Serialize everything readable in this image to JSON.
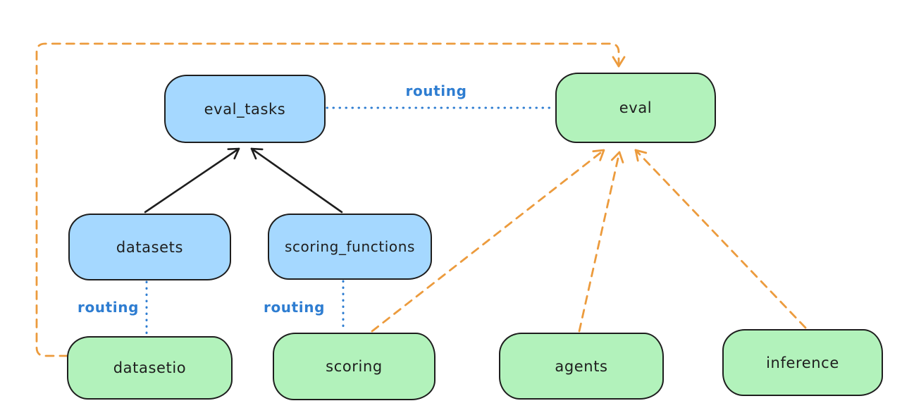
{
  "diagram": {
    "kind": "hand-drawn architecture diagram",
    "nodes": [
      {
        "id": "eval_tasks",
        "label": "eval_tasks",
        "fill": "blue"
      },
      {
        "id": "eval",
        "label": "eval",
        "fill": "green"
      },
      {
        "id": "datasets",
        "label": "datasets",
        "fill": "blue"
      },
      {
        "id": "scoring_functions",
        "label": "scoring_functions",
        "fill": "blue"
      },
      {
        "id": "datasetio",
        "label": "datasetio",
        "fill": "green"
      },
      {
        "id": "scoring",
        "label": "scoring",
        "fill": "green"
      },
      {
        "id": "agents",
        "label": "agents",
        "fill": "green"
      },
      {
        "id": "inference",
        "label": "inference",
        "fill": "green"
      }
    ],
    "edges": [
      {
        "from": "eval_tasks",
        "to": "eval",
        "style": "dotted",
        "color": "blue",
        "arrow": false,
        "label": "routing"
      },
      {
        "from": "datasets",
        "to": "eval_tasks",
        "style": "solid",
        "color": "black",
        "arrow": true
      },
      {
        "from": "scoring_functions",
        "to": "eval_tasks",
        "style": "solid",
        "color": "black",
        "arrow": true
      },
      {
        "from": "datasets",
        "to": "datasetio",
        "style": "dotted",
        "color": "blue",
        "arrow": false,
        "label": "routing"
      },
      {
        "from": "scoring_functions",
        "to": "scoring",
        "style": "dotted",
        "color": "blue",
        "arrow": false,
        "label": "routing"
      },
      {
        "from": "datasetio",
        "to": "eval",
        "style": "dashed",
        "color": "orange",
        "arrow": true,
        "route": "left-top-loop"
      },
      {
        "from": "scoring",
        "to": "eval",
        "style": "dashed",
        "color": "orange",
        "arrow": true
      },
      {
        "from": "agents",
        "to": "eval",
        "style": "dashed",
        "color": "orange",
        "arrow": true
      },
      {
        "from": "inference",
        "to": "eval",
        "style": "dashed",
        "color": "orange",
        "arrow": true
      }
    ],
    "colors": {
      "background": "#ffffff",
      "node_blue_fill": "#a5d8ff",
      "node_green_fill": "#b2f2bb",
      "node_stroke": "#1e1e1e",
      "routing_blue": "#2e7dd1",
      "arrow_orange": "#ec9b3d",
      "arrow_black": "#1e1e1e"
    }
  }
}
